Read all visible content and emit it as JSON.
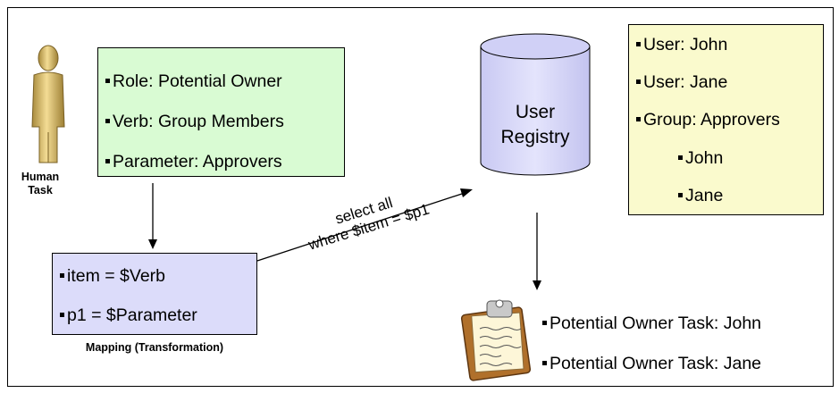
{
  "human_task_label": [
    "Human",
    "Task"
  ],
  "role_box": {
    "lines": [
      "Role: Potential Owner",
      "Verb: Group Members",
      "Parameter: Approvers"
    ],
    "fill": "#d9fbd3"
  },
  "mapping_box": {
    "lines": [
      "item = $Verb",
      "p1 = $Parameter"
    ],
    "caption": "Mapping (Transformation)",
    "fill": "#dcdcfa"
  },
  "registry": {
    "label": [
      "User",
      "Registry"
    ],
    "fill": "#dcdcfa"
  },
  "query_label": [
    "select all",
    "where $item = $p1"
  ],
  "users_box": {
    "lines": [
      "User: John",
      "User: Jane",
      "Group: Approvers"
    ],
    "members": [
      "John",
      "Jane"
    ],
    "fill": "#fafacd"
  },
  "result": {
    "lines": [
      "Potential Owner Task: John",
      "Potential Owner Task: Jane"
    ]
  }
}
